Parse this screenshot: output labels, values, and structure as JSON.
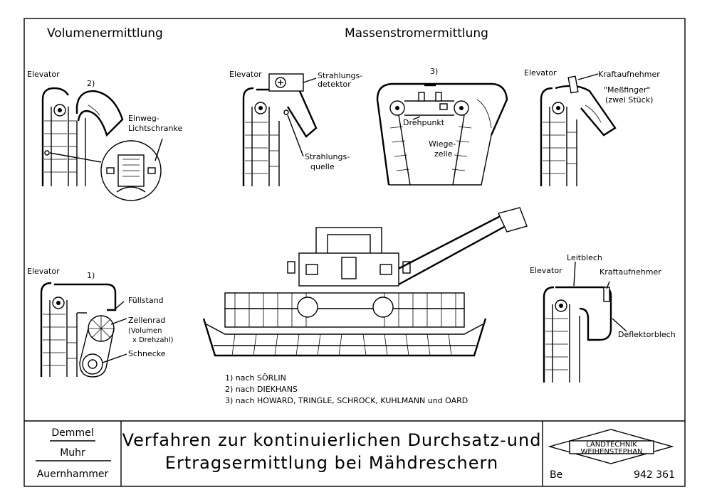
{
  "headings": {
    "volume": "Volumenermittlung",
    "mass": "Massenstromermittlung"
  },
  "fig_tl": {
    "number": "2)",
    "elevator": "Elevator",
    "sensor_line1": "Einweg-",
    "sensor_line2": "Lichtschranke"
  },
  "fig_tc": {
    "elevator": "Elevator",
    "detector_line1": "Strahlungs-",
    "detector_line2": "detektor",
    "source_line1": "Strahlungs-",
    "source_line2": "quelle"
  },
  "fig_tr1": {
    "number": "3)",
    "pivot": "Drehpunkt",
    "cell_line1": "Wiege-",
    "cell_line2": "zelle"
  },
  "fig_tr2": {
    "elevator": "Elevator",
    "sensor": "Kraftaufnehmer",
    "finger_line1": "\"Meßfinger\"",
    "finger_line2": "(zwei Stück)"
  },
  "fig_bl": {
    "number": "1)",
    "elevator": "Elevator",
    "level": "Füllstand",
    "wheel": "Zellenrad",
    "wheel_note1": "(Volumen",
    "wheel_note2": "x Drehzahl)",
    "auger": "Schnecke"
  },
  "fig_br": {
    "elevator": "Elevator",
    "guide": "Leitblech",
    "sensor": "Kraftaufnehmer",
    "deflector": "Deflektorblech"
  },
  "references": [
    "1)  nach  SÖRLIN",
    "2)  nach  DIEKHANS",
    "3)  nach  HOWARD,  TRINGLE,  SCHROCK,  KUHLMANN  und  OARD"
  ],
  "title_block": {
    "authors": [
      "Demmel",
      "Muhr",
      "Auernhammer"
    ],
    "title_line1": "Verfahren zur kontinuierlichen Durchsatz-und",
    "title_line2": "Ertragsermittlung bei Mähdreschern",
    "logo_line1": "LANDTECHNIK",
    "logo_line2": "WEIHENSTEPHAN",
    "code_prefix": "Be",
    "code_number": "942 361"
  }
}
